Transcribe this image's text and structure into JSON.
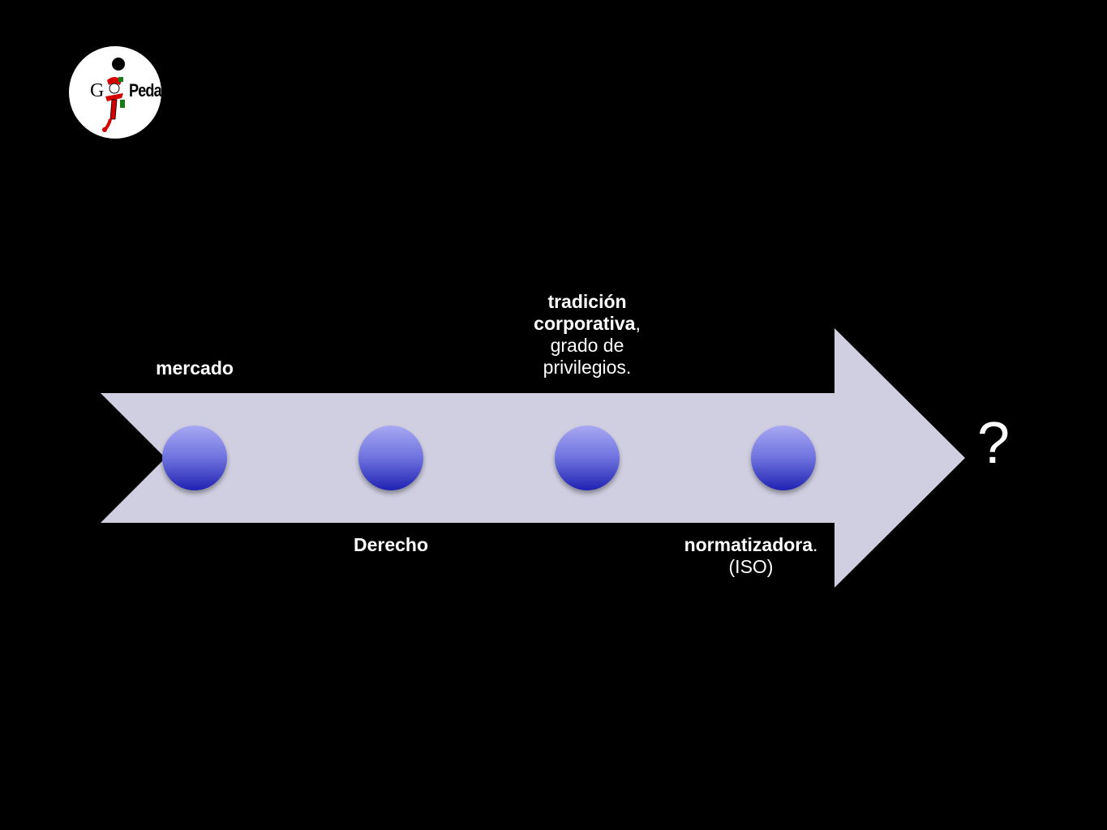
{
  "logo": {
    "letter": "G",
    "word": "Pedagogía"
  },
  "diagram": {
    "stages": [
      {
        "id": "mercado",
        "bold": "mercado",
        "rest": ""
      },
      {
        "id": "derecho",
        "bold": "Derecho",
        "rest": ""
      },
      {
        "id": "tradicion",
        "bold": "tradición corporativa",
        "rest_comma": ",",
        "rest_lines": [
          "grado de",
          "privilegios."
        ]
      },
      {
        "id": "normatizadora",
        "bold": "normatizadora",
        "rest": ".",
        "second_line": "(ISO)"
      }
    ],
    "end_label": "?"
  },
  "colors": {
    "background": "#000000",
    "arrow_fill": "#cfcfe1",
    "node_top": "#a8a8f2",
    "node_bottom": "#1f22b2",
    "text": "#ffffff",
    "logo_accent_red": "#d40000",
    "logo_accent_green": "#1a7a1a"
  }
}
